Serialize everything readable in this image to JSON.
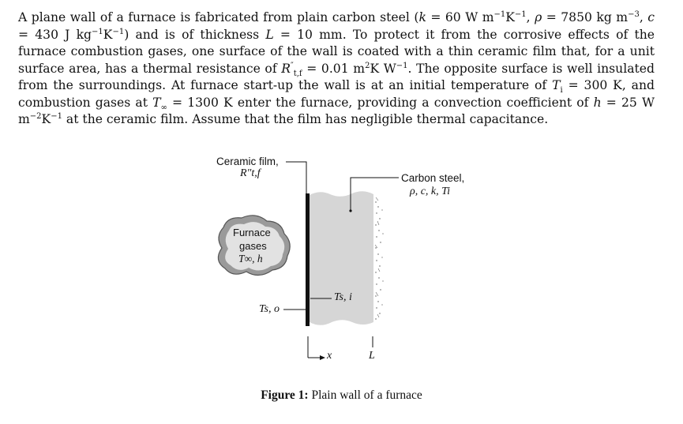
{
  "paragraph": {
    "s1": "A plane wall of a furnace is fabricated from plain carbon steel (",
    "k_sym": "k",
    "k_eq": " = 60 W m",
    "k_exp1": "−1",
    "k_mid": "K",
    "k_exp2": "−1",
    "rho_sep": ", ",
    "rho_sym": "ρ",
    "rho_eq": " = 7850 kg m",
    "rho_exp": "−3",
    "c_sep": ", ",
    "c_sym": "c",
    "c_eq": " = 430 J kg",
    "c_exp1": "−1",
    "c_mid": "K",
    "c_exp2": "−1",
    "s2": ") and is of thickness ",
    "L_sym": "L",
    "s3": " = 10 mm. To protect it from the corrosive effects of the furnace combustion gases, one surface of the wall is coated with a thin ceramic film that, for a unit surface area, has a thermal resistance of ",
    "R_sym": "R",
    "R_sup": "″",
    "R_sub": "t,f",
    "s4": " = 0.01 m",
    "R_exp1": "2",
    "s5": "K W",
    "R_exp2": "−1",
    "s6": ". The opposite surface is well insulated from the surroundings. At furnace start-up the wall is at an initial temperature of ",
    "Ti_sym": "T",
    "Ti_sub": "i",
    "s7": " = 300 K, and combustion gases at ",
    "Tinf_sym": "T",
    "Tinf_sub": "∞",
    "s8": " = 1300 K enter the furnace, providing a convection coefficient of ",
    "h_sym": "h",
    "s9": " = 25 W m",
    "h_exp1": "−2",
    "s10": "K",
    "h_exp2": "−1",
    "s11": " at the ceramic film. Assume that the film has negligible thermal capacitance."
  },
  "figure": {
    "ceramic_label": "Ceramic film,",
    "ceramic_symbol": "R″t,f",
    "steel_label": "Carbon steel,",
    "steel_props": "ρ, c, k, Ti",
    "gases_line1": "Furnace",
    "gases_line2": "gases",
    "gases_line3": "T∞, h",
    "tsi_label": "Ts, i",
    "tso_label": "Ts, o",
    "x_label": "x",
    "L_label": "L"
  },
  "caption": {
    "label": "Figure 1:",
    "text": " Plain wall of a furnace"
  }
}
